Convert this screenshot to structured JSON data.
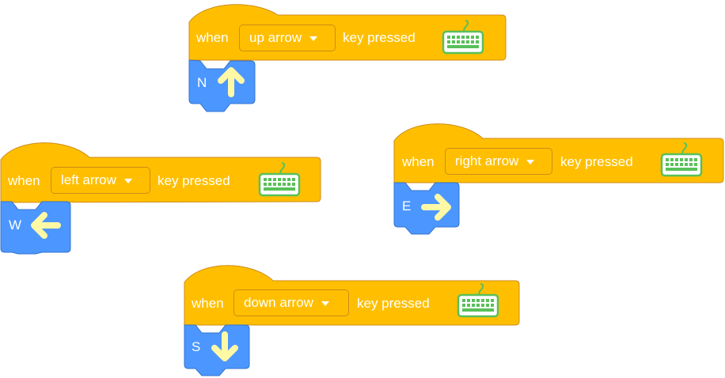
{
  "palette": {
    "events_fill": "#FFBF00",
    "events_border": "#CF8B17",
    "motion_fill": "#4C97FF",
    "motion_border": "#3373CC",
    "arrow_color": "#FFF9A6",
    "keyboard_icon_color": "#59C059"
  },
  "blocks": [
    {
      "when_label": "when",
      "key": "up arrow",
      "suffix": "key pressed",
      "icon": "keyboard-icon",
      "sprite": {
        "letter": "N",
        "icon": "arrow-up-icon"
      }
    },
    {
      "when_label": "when",
      "key": "left arrow",
      "suffix": "key pressed",
      "icon": "keyboard-icon",
      "sprite": {
        "letter": "W",
        "icon": "arrow-left-icon"
      }
    },
    {
      "when_label": "when",
      "key": "right arrow",
      "suffix": "key pressed",
      "icon": "keyboard-icon",
      "sprite": {
        "letter": "E",
        "icon": "arrow-right-icon"
      }
    },
    {
      "when_label": "when",
      "key": "down arrow",
      "suffix": "key pressed",
      "icon": "keyboard-icon",
      "sprite": {
        "letter": "S",
        "icon": "arrow-down-icon"
      }
    }
  ]
}
